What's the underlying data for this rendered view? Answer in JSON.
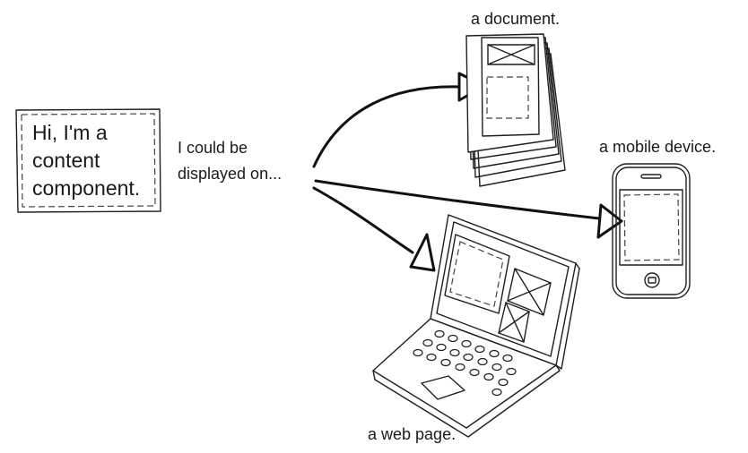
{
  "component": {
    "lines": [
      "Hi, I'm a",
      "content",
      "component."
    ]
  },
  "connector": {
    "lines": [
      "I could be",
      "displayed  on..."
    ]
  },
  "targets": {
    "document": "a document.",
    "mobile": "a mobile device.",
    "web": "a web page."
  },
  "icons": {
    "document": "document-stack-icon",
    "mobile": "mobile-phone-icon",
    "web": "laptop-icon"
  }
}
